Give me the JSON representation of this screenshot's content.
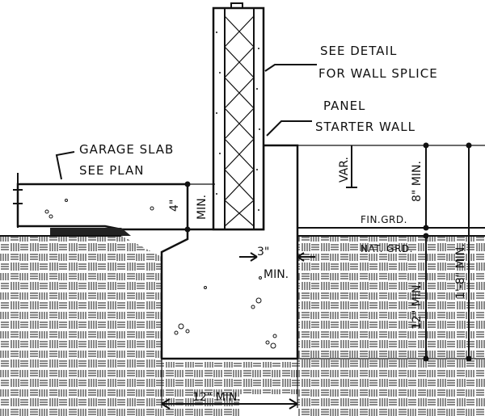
{
  "labels": {
    "see_detail": "SEE DETAIL",
    "wall_splice": "FOR WALL SPLICE",
    "panel": "PANEL",
    "starter_wall": "STARTER WALL",
    "garage_slab": "GARAGE SLAB",
    "see_plan": "SEE PLAN",
    "fin_grd": "FIN.GRD.",
    "nat_grd": "NAT. GRD."
  },
  "dimensions": {
    "slab_thickness": "4\"",
    "slab_min": "MIN.",
    "var": "VAR.",
    "eight_min": "8\" MIN.",
    "three": "3\"",
    "three_min": "MIN.",
    "twelve_depth": "12\" MIN.",
    "total_depth": "1'-8\" MIN.",
    "footing_width": "12\" MIN."
  }
}
